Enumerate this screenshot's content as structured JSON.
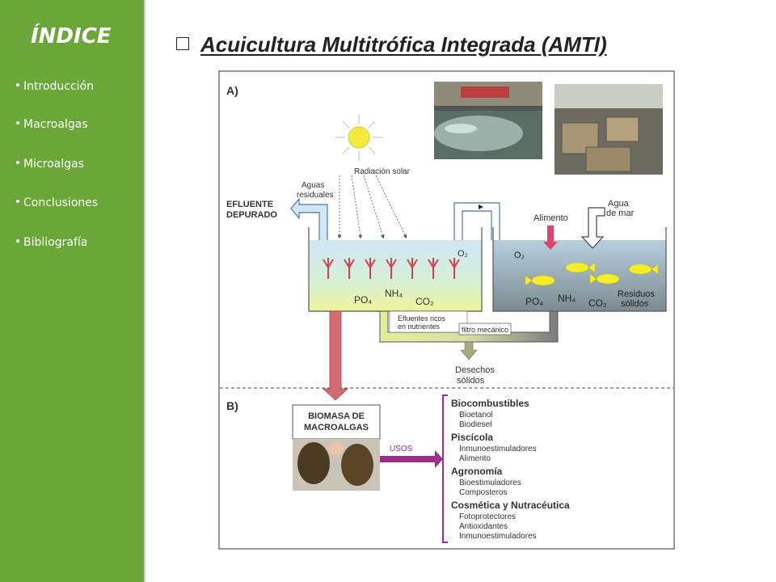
{
  "sidebar": {
    "title": "ÍNDICE",
    "items": [
      "Introducción",
      "Macroalgas",
      "Microalgas",
      "Conclusiones",
      "Bibliografía"
    ]
  },
  "slide": {
    "title": "Acuicultura Multitrófica Integrada (AMTI)"
  },
  "figure": {
    "panel_a": {
      "label": "A)",
      "radiation": "Radiación solar",
      "wastewater_1": "Aguas",
      "wastewater_2": "residuales",
      "effluent_1": "EFLUENTE",
      "effluent_2": "DEPURADO",
      "seawater_1": "Agua",
      "seawater_2": "de mar",
      "feed": "Alimento",
      "o2_left": "O₂",
      "o2_right": "O₂",
      "po4_left": "PO₄",
      "nh4_left": "NH₄",
      "co2_left": "CO₂",
      "po4_right": "PO₄",
      "nh4_right": "NH₄",
      "co2_right": "CO₂",
      "solids_1": "Residuos",
      "solids_2": "sólidos",
      "rich_1": "Efluentes ricos",
      "rich_2": "en nutrientes",
      "filter": "filtro mecánico",
      "waste_1": "Desechos",
      "waste_2": "sólidos"
    },
    "panel_b": {
      "label": "B)",
      "biomass_1": "BIOMASA DE",
      "biomass_2": "MACROALGAS",
      "uses": "USOS",
      "categories": [
        {
          "title": "Biocombustibles",
          "items": [
            "Bioetanol",
            "Biodiesel"
          ]
        },
        {
          "title": "Piscícola",
          "items": [
            "Inmunoestimuladores",
            "Alimento"
          ]
        },
        {
          "title": "Agronomía",
          "items": [
            "Bioestimuladores",
            "Composteros"
          ]
        },
        {
          "title": "Cosmética y Nutracéutica",
          "items": [
            "Fotoprotectores",
            "Antioxidantes",
            "Inmunoestimuladores"
          ]
        }
      ]
    }
  }
}
